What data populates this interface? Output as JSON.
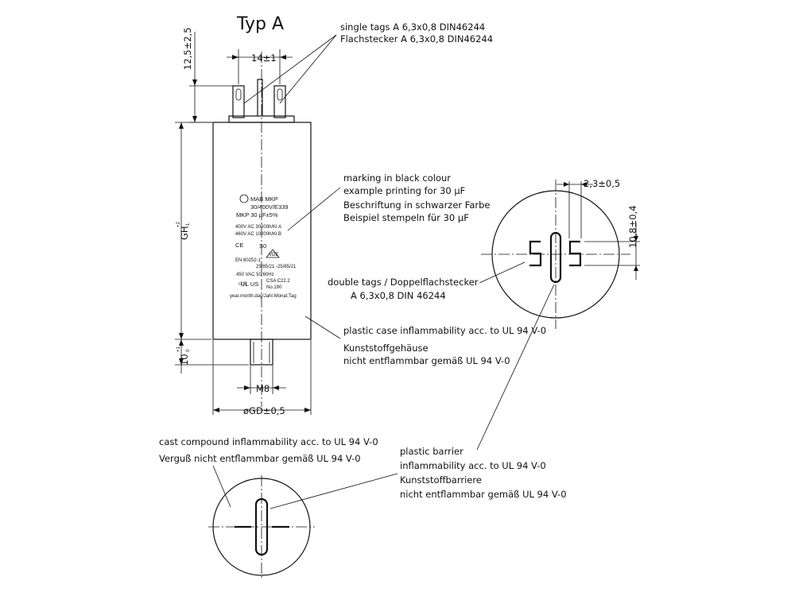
{
  "title": "Typ A",
  "dimensions": {
    "terminal_height": "12,5±2,5",
    "tag_spacing": "14±1",
    "body_height": "GH",
    "body_height_tol_plus": "+2",
    "body_height_tol_minus": "-1",
    "stud_length": "10",
    "stud_tol_plus": "+1",
    "stud_tol_minus": "0",
    "thread": "M8",
    "diameter": "øGD±0,5",
    "tag_width": "2,3±0,5",
    "tag_distance": "10,8±0,4"
  },
  "callouts": {
    "single_tags_en": "single tags A 6,3x0,8 DIN46244",
    "single_tags_de": "Flachstecker A 6,3x0,8 DIN46244",
    "marking_en_1": "marking in black colour",
    "marking_en_2": "example printing for 30 µF",
    "marking_de_1": "Beschriftung in schwarzer Farbe",
    "marking_de_2": "Beispiel stempeln für 30 µF",
    "double_tags_1": "double tags /  Doppelflachstecker",
    "double_tags_2": "A 6,3x0,8 DIN 46244",
    "case_en": "plastic case inflammability acc. to UL 94 V-0",
    "case_de_1": "Kunststoffgehäuse",
    "case_de_2": "nicht entflammbar gemäß UL 94 V-0",
    "cast_en": "cast compound inflammability acc. to UL 94 V-0",
    "cast_de": "Verguß nicht entflammbar gemäß UL 94 V-0",
    "barrier_1": "plastic barrier",
    "barrier_2": "inflammability acc. to UL 94 V-0",
    "barrier_3": "Kunststoffbarriere",
    "barrier_4": "nicht entflammbar gemäß UL 94 V-0"
  },
  "label": {
    "brand": "MAB MKP",
    "line1": "30/400V/E339",
    "line2": "MKP 30 µF±5%",
    "line3": "400V AC  30000h/Kl.A",
    "line4": "460V AC  10000h/Kl.B",
    "line5": "S0",
    "line6": "EN 60252-1",
    "line7": "25/85/21 -25/85/21",
    "line8": "450 VAC   50/60Hz",
    "line9": "CSA C22.2",
    "line10": "No.190",
    "line11": "year.month.day/Jahr.Monat.Tag",
    "ce": "CE",
    "vde": "VDE"
  }
}
